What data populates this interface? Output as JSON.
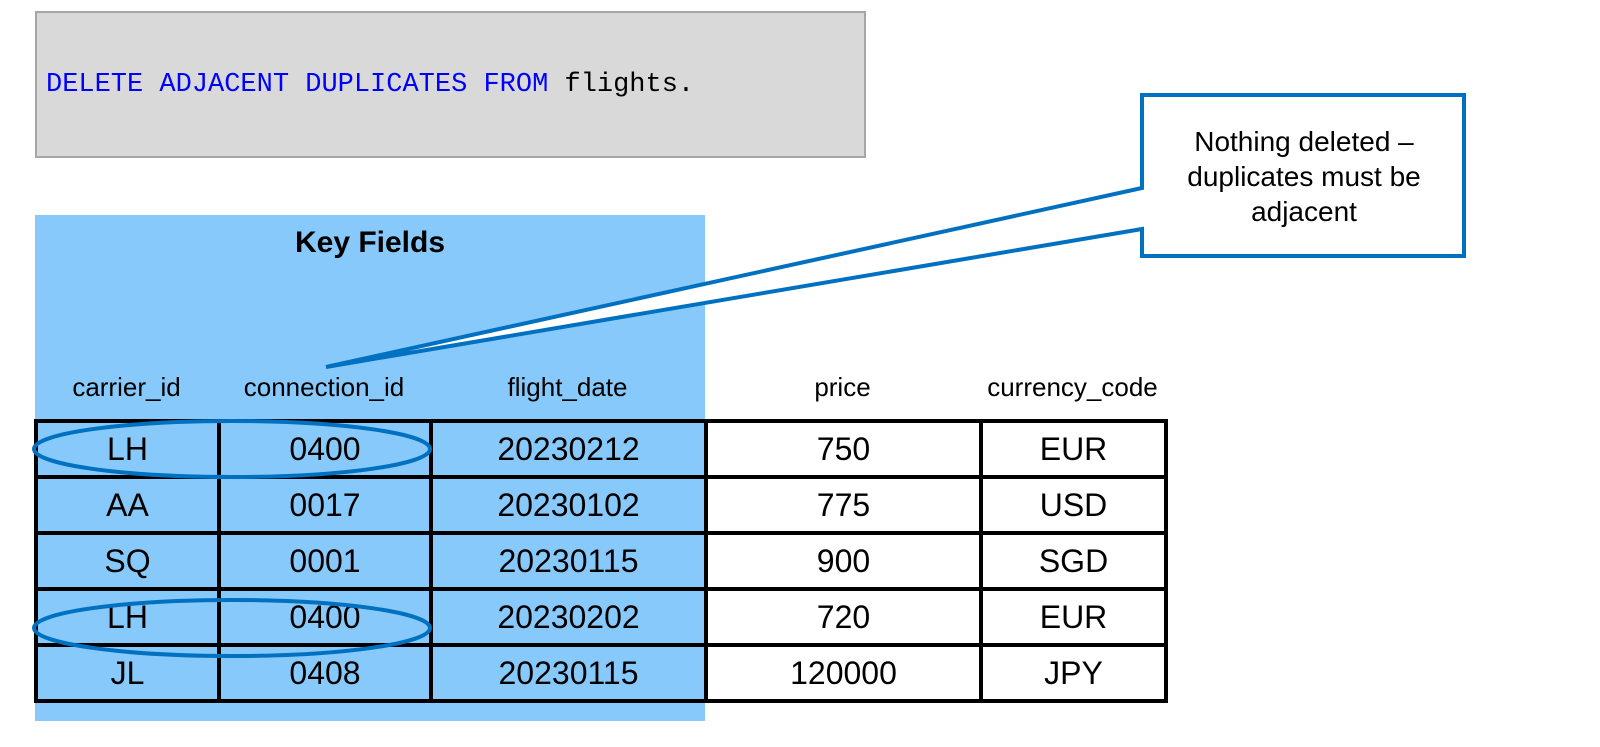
{
  "code": {
    "keywords": "DELETE ADJACENT DUPLICATES FROM",
    "identifier": "flights."
  },
  "key_fields_title": "Key Fields",
  "columns": [
    "carrier_id",
    "connection_id",
    "flight_date",
    "price",
    "currency_code"
  ],
  "rows": [
    [
      "LH",
      "0400",
      "20230212",
      "750",
      "EUR"
    ],
    [
      "AA",
      "0017",
      "20230102",
      "775",
      "USD"
    ],
    [
      "SQ",
      "0001",
      "20230115",
      "900",
      "SGD"
    ],
    [
      "LH",
      "0400",
      "20230202",
      "720",
      "EUR"
    ],
    [
      "JL",
      "0408",
      "20230115",
      "120000",
      "JPY"
    ]
  ],
  "callout": {
    "lines": [
      "Nothing deleted –",
      "duplicates must be",
      "adjacent"
    ]
  },
  "colors": {
    "key_area": "#87c9fa",
    "accent_blue": "#0070c0",
    "keyword": "#0000ff"
  }
}
